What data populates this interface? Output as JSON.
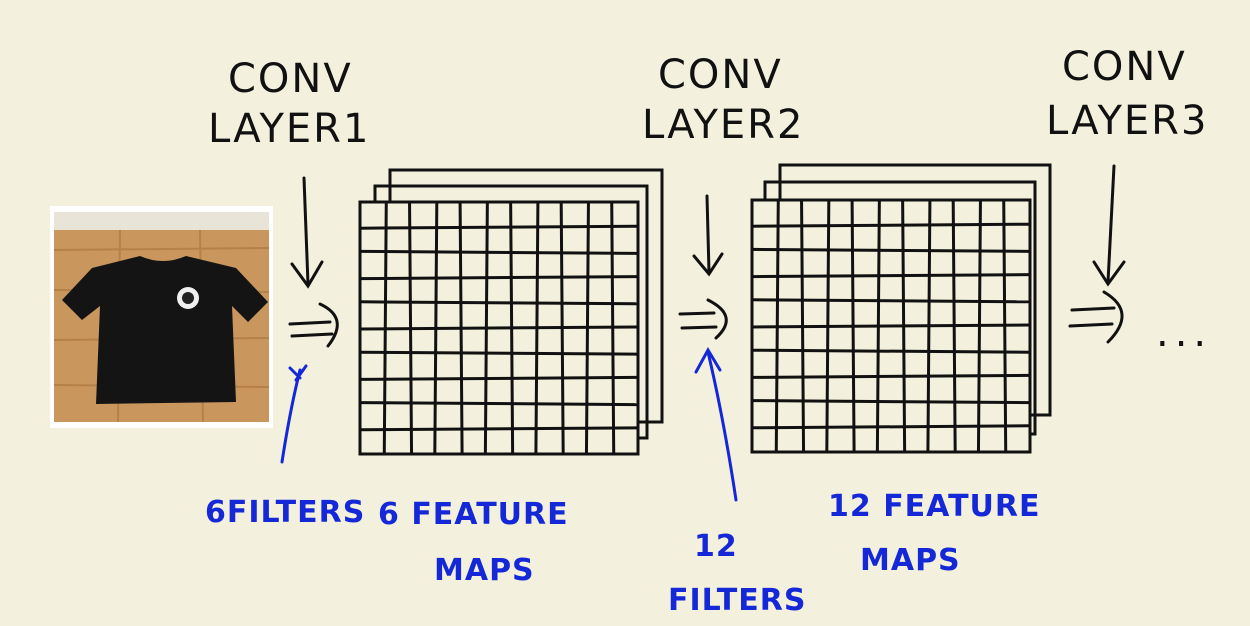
{
  "layers": [
    {
      "line1": "CONV",
      "line2": "LAYER1"
    },
    {
      "line1": "CONV",
      "line2": "LAYER2"
    },
    {
      "line1": "CONV",
      "line2": "LAYER3"
    }
  ],
  "annotations": {
    "filters_1": "6FILTERS",
    "feature_maps_1_line1": "6 FEATURE",
    "feature_maps_1_line2": "MAPS",
    "filters_2_line1": "12",
    "filters_2_line2": "FILTERS",
    "feature_maps_2_line1": "12 FEATURE",
    "feature_maps_2_line2": "MAPS"
  },
  "continuation": "...",
  "colors": {
    "ink": "#111111",
    "annotation": "#1428d8",
    "paper": "#f3f1dd"
  },
  "input_image": "tshirt-photo"
}
